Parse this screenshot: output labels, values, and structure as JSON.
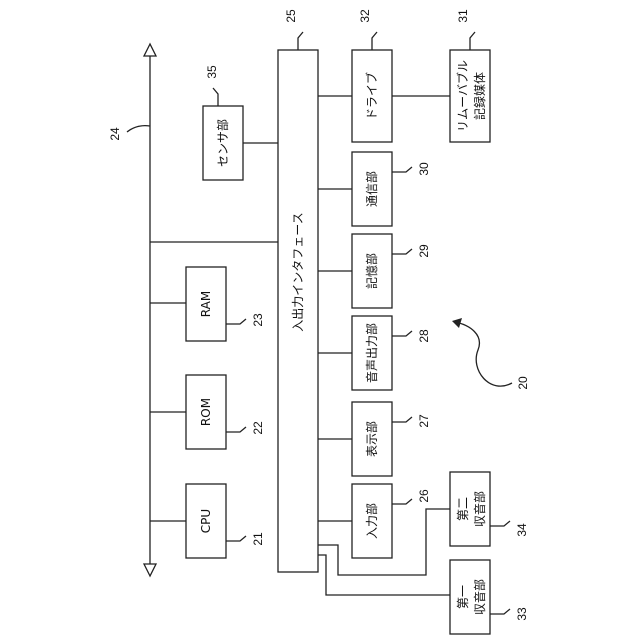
{
  "bus": {
    "number": "24"
  },
  "cpu": {
    "label": "CPU",
    "number": "21"
  },
  "rom": {
    "label": "ROM",
    "number": "22"
  },
  "ram": {
    "label": "RAM",
    "number": "23"
  },
  "sensor": {
    "label": "センサ部",
    "number": "35"
  },
  "io_interface": {
    "label": "入出力インタフェース",
    "number": "25"
  },
  "drive": {
    "label": "ドライブ",
    "number": "32"
  },
  "removable_media": {
    "label_line1": "リムーバブル",
    "label_line2": "記録媒体",
    "number": "31"
  },
  "communication": {
    "label": "通信部",
    "number": "30"
  },
  "storage": {
    "label": "記憶部",
    "number": "29"
  },
  "audio_output": {
    "label": "音声出力部",
    "number": "28"
  },
  "display": {
    "label": "表示部",
    "number": "27"
  },
  "input": {
    "label": "入力部",
    "number": "26"
  },
  "mic2": {
    "label_line1": "第二",
    "label_line2": "収音部",
    "number": "34"
  },
  "mic1": {
    "label_line1": "第一",
    "label_line2": "収音部",
    "number": "33"
  },
  "device": {
    "number": "20"
  }
}
